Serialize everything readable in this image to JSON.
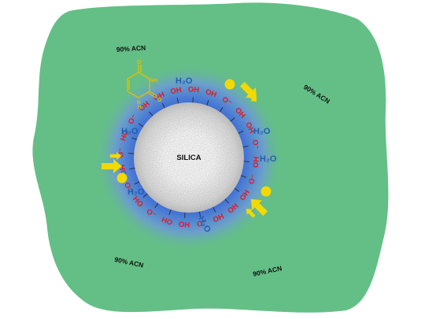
{
  "background_color": "#ffffff",
  "colors": {
    "mobile_phase": "#64bf86",
    "water_layer": "#3f6fd6",
    "silica_core": "#f0f0f0",
    "hydroxyl": "#e21b23",
    "water": "#1f5fb4",
    "analyte": "#f2d900",
    "text": "#111111"
  },
  "diagram": {
    "core_label": "SILICA",
    "mobile_phase_labels": [
      "90% ACN",
      "90% ACN",
      "90% ACN",
      "90% ACN"
    ],
    "surface_groups": [
      "OH",
      "OH",
      "O⁻",
      "OH",
      "OH",
      "O⁻",
      "OH",
      "O⁻",
      "OH",
      "OH",
      "OH",
      "O⁻",
      "OH",
      "HO",
      "O⁻",
      "HO",
      "O⁻",
      "HO",
      "O⁻",
      "HO",
      "O⁻",
      "OH",
      "OH",
      "OH"
    ],
    "water_labels": [
      "H₂O",
      "H₂O",
      "H₂O",
      "H₂O",
      "H₂O",
      "H₂O"
    ],
    "analyte_icon": "uracil-structure-icon",
    "analyte_atom_labels": [
      "O",
      "NH",
      "N",
      "H",
      "O"
    ],
    "analyte_markers": [
      "yellow-circle-icon",
      "yellow-arrow-icon"
    ]
  }
}
